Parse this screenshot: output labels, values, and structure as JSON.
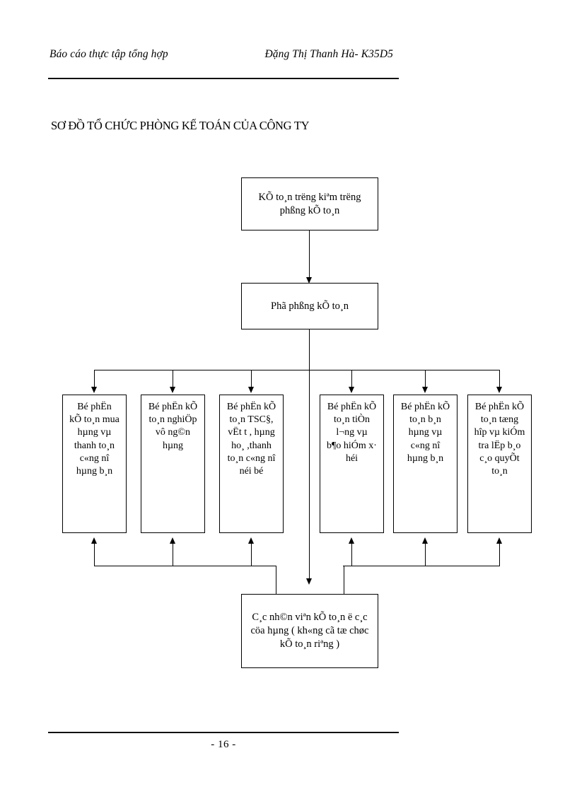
{
  "header": {
    "left_text": "Báo cáo thực tập tổng hợp",
    "right_text": "Đặng Thị Thanh Hà- K35D5"
  },
  "diagram_title": "SƠ ĐỒ TỔ CHỨC PHÒNG KẾ TOÁN CỦA CÔNG TY",
  "footer": {
    "page_number": "- 16 -"
  },
  "chart_data": {
    "type": "diagram",
    "subtype": "org-chart",
    "title": "SƠ ĐỒ TỔ CHỨC PHÒNG KẾ TOÁN CỦA CÔNG TY",
    "note": "Text is rendered in legacy TCVN3 mojibake exactly as it appears in the scan.",
    "nodes": [
      {
        "id": "chief",
        "level": 0,
        "text": "KÕ to¸n trëng  kiªm trëng\nphßng kÕ to¸n"
      },
      {
        "id": "deputy",
        "level": 1,
        "text": "Phã phßng kÕ to¸n"
      },
      {
        "id": "leaf-1",
        "level": 2,
        "text": "Bé phËn\nkÕ to¸n mua\nhµng vµ\nthanh to¸n\nc«ng nî\nhµng b¸n"
      },
      {
        "id": "leaf-2",
        "level": 2,
        "text": "Bé phËn kÕ\nto¸n nghiÖp\nvô ng©n\nhµng"
      },
      {
        "id": "leaf-3",
        "level": 2,
        "text": "Bé phËn kÕ\nto¸n TSC§,\nvËt t , hµng\nho¸ ,thanh\nto¸n c«ng nî\nnéi bé"
      },
      {
        "id": "leaf-4",
        "level": 2,
        "text": "Bé phËn kÕ\nto¸n tiÒn\nl­¬ng  vµ\nb¶o hiÓm x·\nhéi"
      },
      {
        "id": "leaf-5",
        "level": 2,
        "text": "Bé phËn kÕ\nto¸n b¸n\nhµng vµ\nc«ng nî\nhµng b¸n"
      },
      {
        "id": "leaf-6",
        "level": 2,
        "text": "Bé phËn kÕ\nto¸n tæng\nhîp vµ kiÓm\ntra lËp b¸o\nc¸o quyÕt\nto¸n"
      },
      {
        "id": "bottom",
        "level": 3,
        "text": "C¸c nh©n viªn kÕ to¸n ë c¸c\ncöa hµng ( kh«ng cã tæ chøc\nkÕ to¸n riªng )"
      }
    ],
    "edges": [
      {
        "from": "chief",
        "to": "deputy",
        "style": "arrow-down"
      },
      {
        "from": "deputy",
        "to": "leaf-1",
        "style": "arrow-down"
      },
      {
        "from": "deputy",
        "to": "leaf-2",
        "style": "arrow-down"
      },
      {
        "from": "deputy",
        "to": "leaf-3",
        "style": "arrow-down"
      },
      {
        "from": "deputy",
        "to": "leaf-4",
        "style": "arrow-down"
      },
      {
        "from": "deputy",
        "to": "leaf-5",
        "style": "arrow-down"
      },
      {
        "from": "deputy",
        "to": "leaf-6",
        "style": "arrow-down"
      },
      {
        "from": "deputy",
        "to": "bottom",
        "style": "arrow-down"
      },
      {
        "from": "bottom",
        "to": "leaf-1",
        "style": "arrow-up"
      },
      {
        "from": "bottom",
        "to": "leaf-2",
        "style": "arrow-up"
      },
      {
        "from": "bottom",
        "to": "leaf-3",
        "style": "arrow-up"
      },
      {
        "from": "bottom",
        "to": "leaf-4",
        "style": "arrow-up"
      },
      {
        "from": "bottom",
        "to": "leaf-5",
        "style": "arrow-up"
      },
      {
        "from": "bottom",
        "to": "leaf-6",
        "style": "arrow-up"
      }
    ]
  }
}
